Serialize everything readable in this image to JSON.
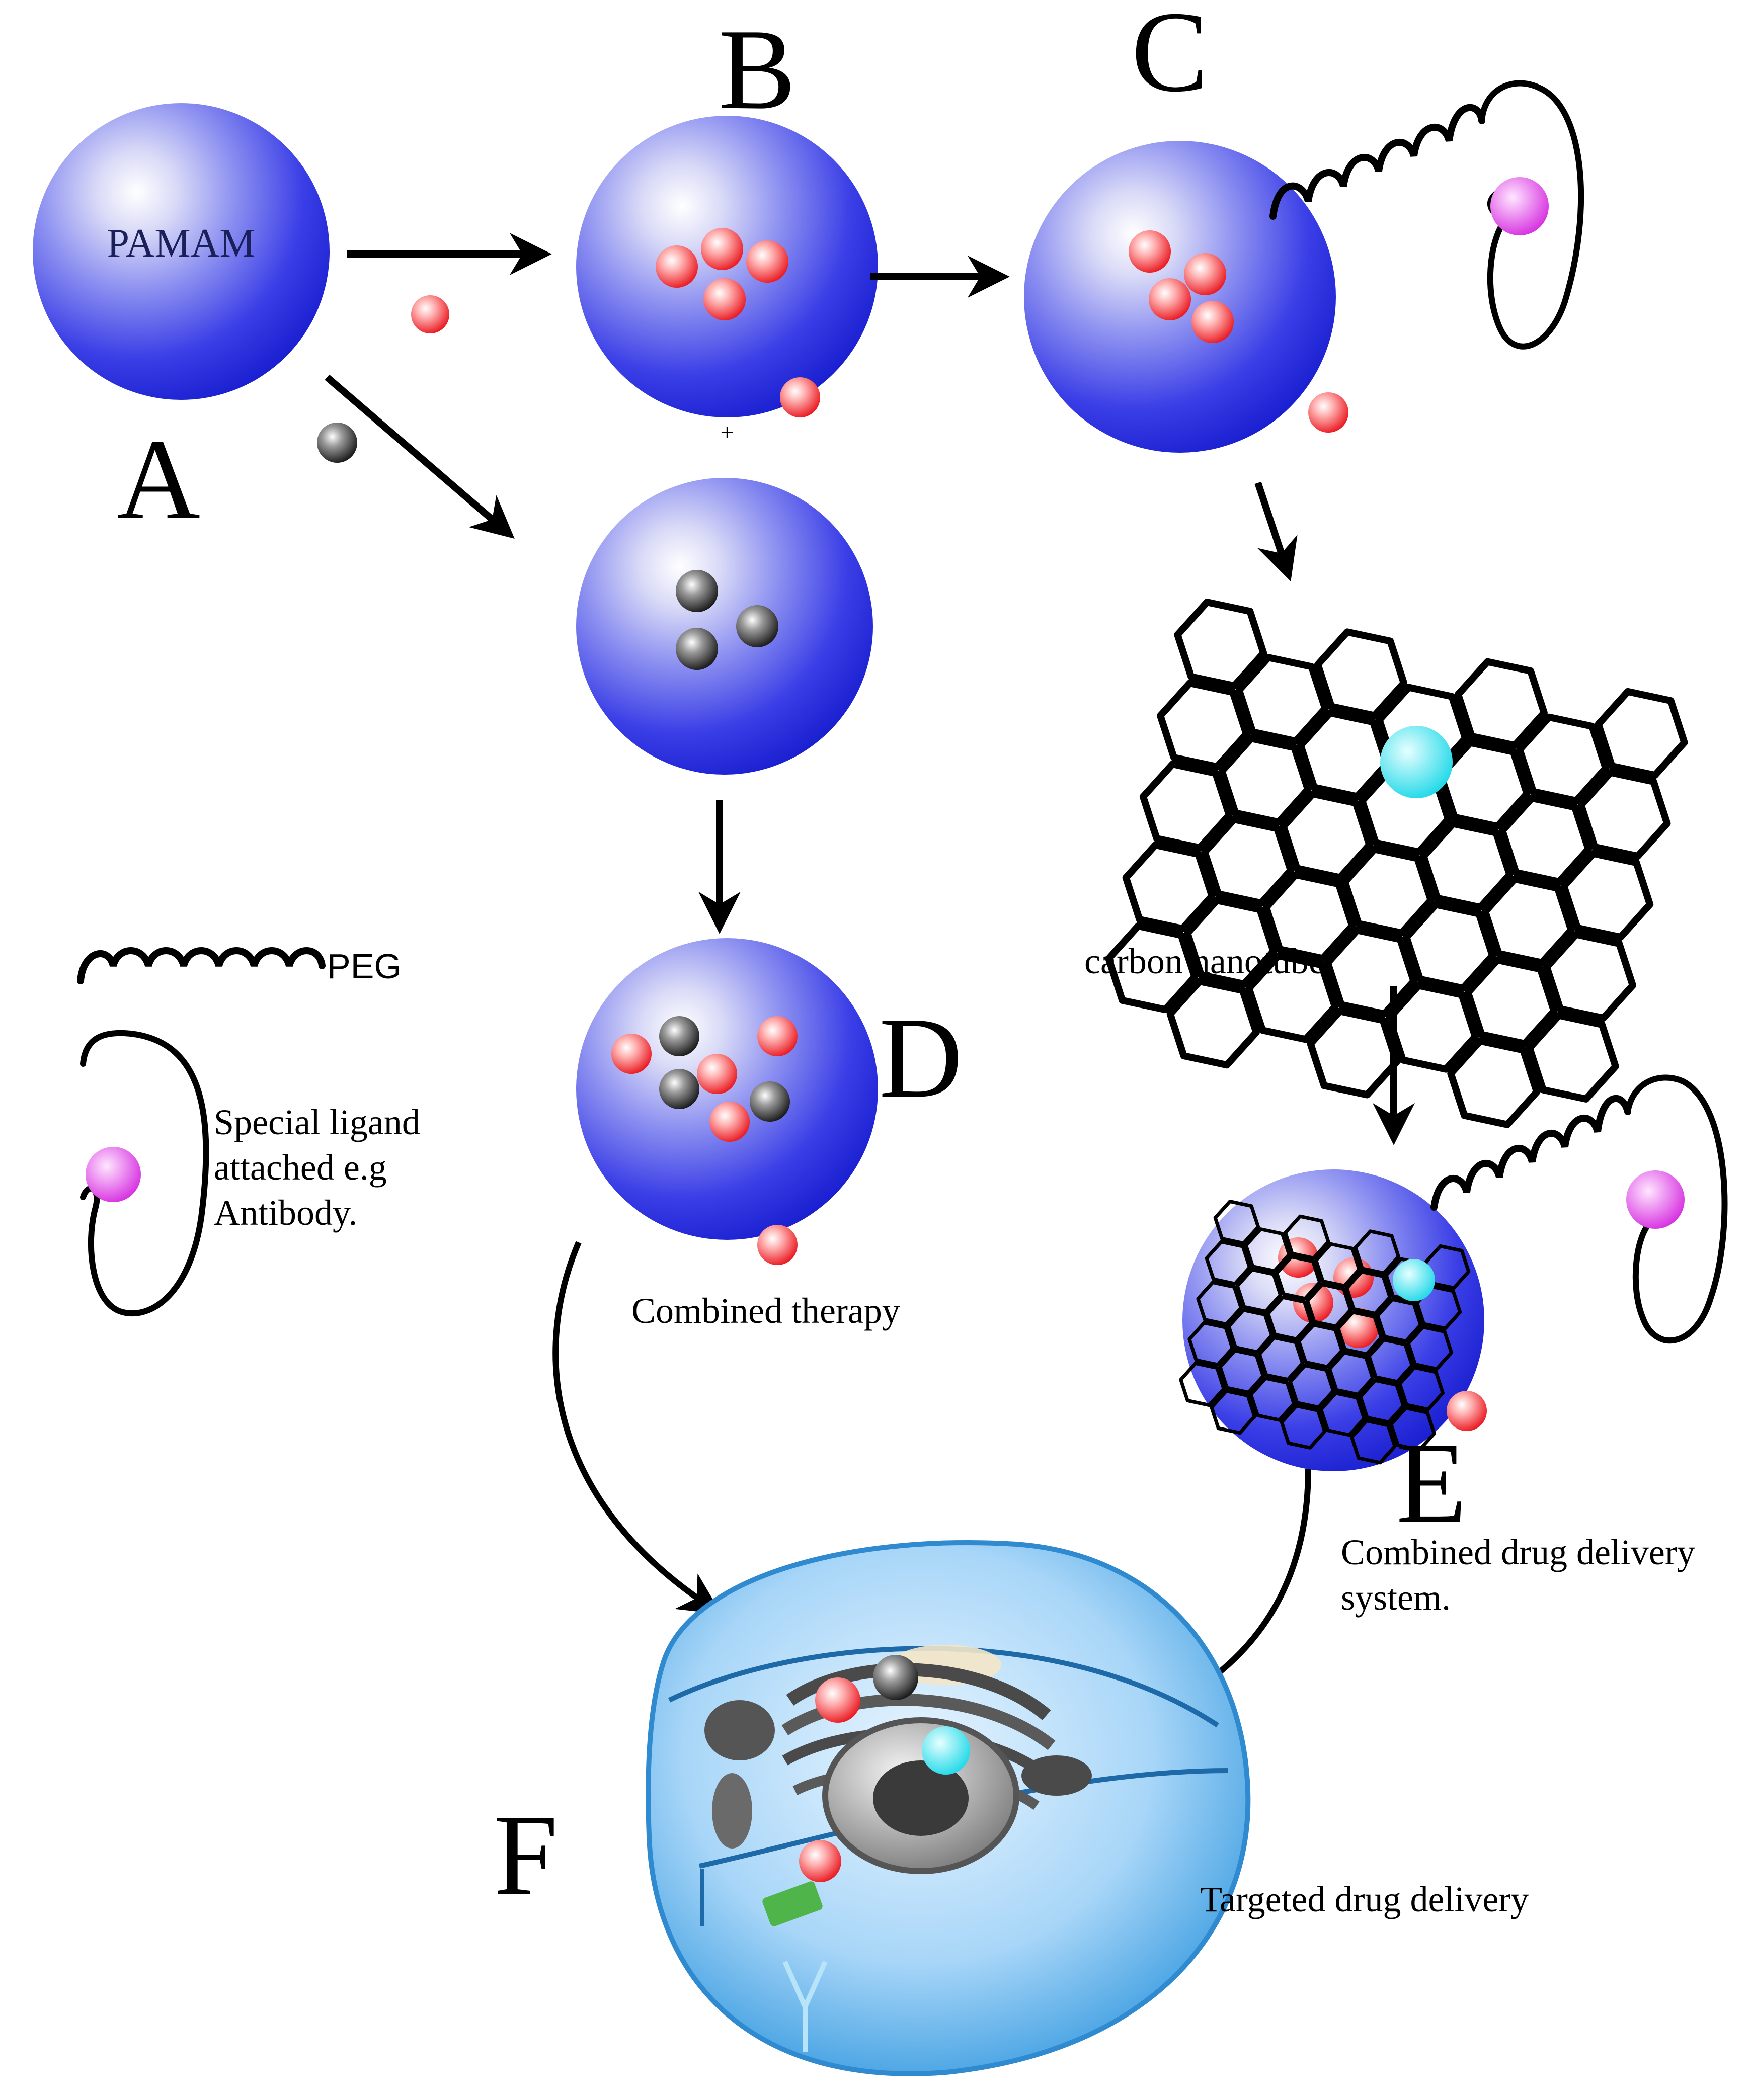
{
  "panels": {
    "a": "A",
    "b": "B",
    "c": "C",
    "d": "D",
    "e": "E",
    "f": "F"
  },
  "labels": {
    "pamam": "PAMAM",
    "plus": "+",
    "peg": "PEG",
    "ligand_line1": "Special ligand",
    "ligand_line2": "attached e.g",
    "ligand_line3": "Antibody.",
    "carbon_nanotube": "carbon nanotube",
    "combined_therapy": "Combined therapy",
    "combined_drug_line1": "Combined drug delivery",
    "combined_drug_line2": "system.",
    "targeted": "Targeted drug delivery"
  },
  "colors": {
    "dendrimer": "#2a2ee0",
    "drug_red": "#e8141c",
    "drug_black": "#1a1a1a",
    "ligand_magenta": "#e040e8",
    "cyan": "#2ee6f0",
    "cell": "#4aa6e6"
  }
}
